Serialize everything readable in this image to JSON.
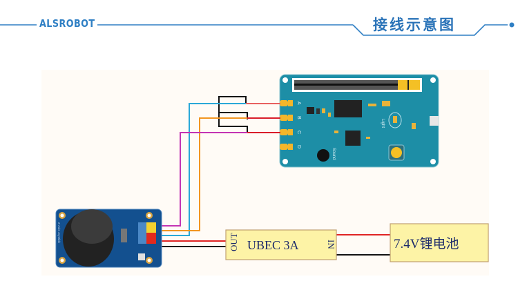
{
  "header": {
    "brand": "ALSROBOT",
    "title": "接线示意图",
    "accent_color": "#2f7fc4"
  },
  "diagram": {
    "controller_board": {
      "ports": [
        "A",
        "B",
        "C",
        "D"
      ],
      "labels": {
        "light": "Light",
        "sound": "Sound"
      }
    },
    "joystick_module": {
      "label": "2-Axis Joystick"
    },
    "ubec": {
      "out_label": "OUT",
      "name": "UBEC 3A",
      "in_label": "IN"
    },
    "battery": {
      "label": "7.4V锂电池"
    },
    "wire_colors": {
      "magenta": "#c433b3",
      "cyan": "#2aa8d8",
      "orange": "#f2951f",
      "red": "#e02424",
      "black": "#111111"
    }
  }
}
